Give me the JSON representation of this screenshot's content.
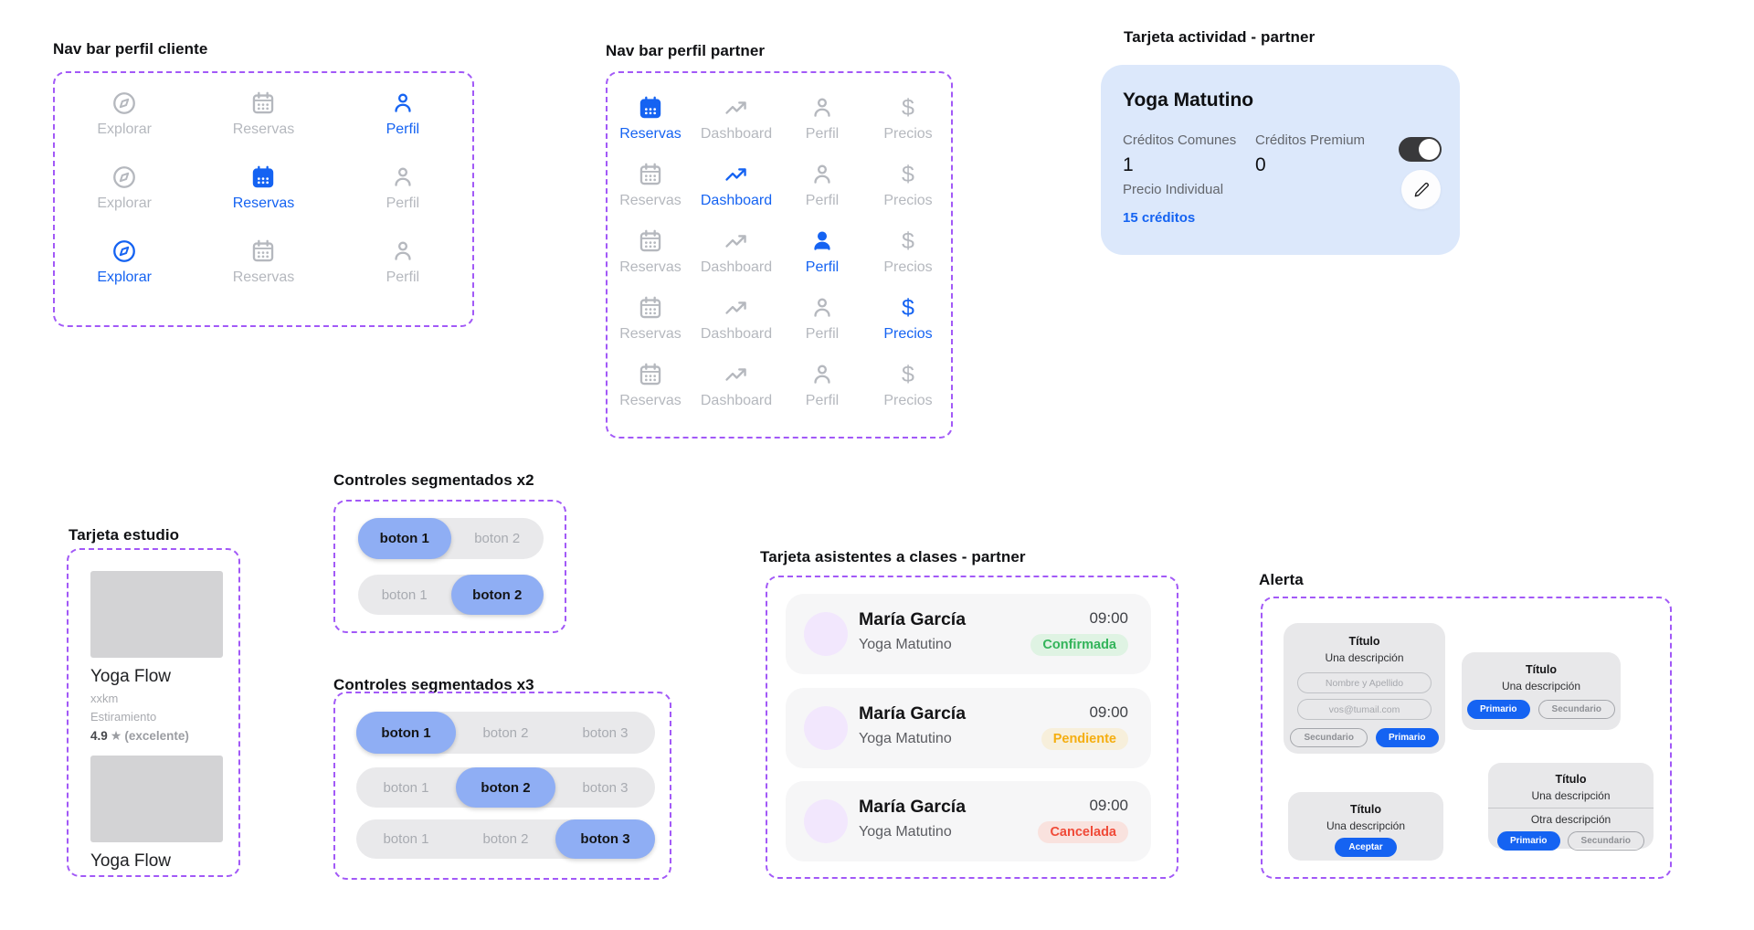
{
  "colors": {
    "accent_blue": "#1563F2",
    "segmented_active_blue": "#8FAEF4",
    "dashed_border_purple": "#A259F7",
    "inactive_gray": "#B5B8BE",
    "activity_card_bg": "#DCE8FB",
    "attendee_row_bg": "#F6F6F7",
    "avatar_lavender": "#F2E7FD",
    "alert_card_bg": "#E8E8EA",
    "confirmed_green": "#33B45A",
    "pending_amber": "#F5AE10",
    "cancelled_red": "#F04A38"
  },
  "icons": {
    "dollar": "$",
    "star": "★"
  },
  "cliente_nav": {
    "title": "Nav bar perfil cliente",
    "items": [
      {
        "label": "Explorar",
        "icon": "compass-icon",
        "active": false
      },
      {
        "label": "Reservas",
        "icon": "calendar-icon",
        "active": false
      },
      {
        "label": "Perfil",
        "icon": "person-icon",
        "active": true
      },
      {
        "label": "Explorar",
        "icon": "compass-icon",
        "active": false
      },
      {
        "label": "Reservas",
        "icon": "calendar-icon",
        "active": true
      },
      {
        "label": "Perfil",
        "icon": "person-icon",
        "active": false
      },
      {
        "label": "Explorar",
        "icon": "compass-icon",
        "active": true
      },
      {
        "label": "Reservas",
        "icon": "calendar-icon",
        "active": false
      },
      {
        "label": "Perfil",
        "icon": "person-icon",
        "active": false
      }
    ]
  },
  "partner_nav": {
    "title": "Nav bar perfil partner",
    "items": [
      {
        "label": "Reservas",
        "icon": "calendar-icon",
        "active": true
      },
      {
        "label": "Dashboard",
        "icon": "trending-up-icon",
        "active": false
      },
      {
        "label": "Perfil",
        "icon": "person-icon",
        "active": false
      },
      {
        "label": "Precios",
        "icon": "dollar-icon",
        "active": false
      },
      {
        "label": "Reservas",
        "icon": "calendar-icon",
        "active": false
      },
      {
        "label": "Dashboard",
        "icon": "trending-up-icon",
        "active": true
      },
      {
        "label": "Perfil",
        "icon": "person-icon",
        "active": false
      },
      {
        "label": "Precios",
        "icon": "dollar-icon",
        "active": false
      },
      {
        "label": "Reservas",
        "icon": "calendar-icon",
        "active": false
      },
      {
        "label": "Dashboard",
        "icon": "trending-up-icon",
        "active": false
      },
      {
        "label": "Perfil",
        "icon": "person-icon",
        "active": true
      },
      {
        "label": "Precios",
        "icon": "dollar-icon",
        "active": false
      },
      {
        "label": "Reservas",
        "icon": "calendar-icon",
        "active": false
      },
      {
        "label": "Dashboard",
        "icon": "trending-up-icon",
        "active": false
      },
      {
        "label": "Perfil",
        "icon": "person-icon",
        "active": false
      },
      {
        "label": "Precios",
        "icon": "dollar-icon",
        "active": true
      },
      {
        "label": "Reservas",
        "icon": "calendar-icon",
        "active": false
      },
      {
        "label": "Dashboard",
        "icon": "trending-up-icon",
        "active": false
      },
      {
        "label": "Perfil",
        "icon": "person-icon",
        "active": false
      },
      {
        "label": "Precios",
        "icon": "dollar-icon",
        "active": false
      }
    ]
  },
  "activity_card": {
    "section_title": "Tarjeta actividad - partner",
    "title": "Yoga Matutino",
    "credits_common_label": "Créditos Comunes",
    "credits_common_value": "1",
    "credits_premium_label": "Créditos Premium",
    "credits_premium_value": "0",
    "individual_price_label": "Precio Individual",
    "credits_link": "15 créditos"
  },
  "segmented_x2": {
    "title": "Controles segmentados x2",
    "rows": [
      {
        "buttons": [
          "boton 1",
          "boton 2"
        ],
        "active_index": 0
      },
      {
        "buttons": [
          "boton 1",
          "boton 2"
        ],
        "active_index": 1
      }
    ]
  },
  "segmented_x3": {
    "title": "Controles segmentados x3",
    "rows": [
      {
        "buttons": [
          "boton 1",
          "boton 2",
          "boton 3"
        ],
        "active_index": 0
      },
      {
        "buttons": [
          "boton 1",
          "boton 2",
          "boton 3"
        ],
        "active_index": 1
      },
      {
        "buttons": [
          "boton 1",
          "boton 2",
          "boton 3"
        ],
        "active_index": 2
      }
    ]
  },
  "studio_card": {
    "title": "Tarjeta estudio",
    "listings": [
      {
        "name": "Yoga Flow",
        "distance": "xxkm",
        "category": "Estiramiento",
        "rating_value": "4.9",
        "rating_note": "(excelente)"
      },
      {
        "name": "Yoga Flow"
      }
    ]
  },
  "attendees_card": {
    "title": "Tarjeta asistentes a clases - partner",
    "rows": [
      {
        "name": "María García",
        "activity": "Yoga Matutino",
        "time": "09:00",
        "status": "Confirmada"
      },
      {
        "name": "María García",
        "activity": "Yoga Matutino",
        "time": "09:00",
        "status": "Pendiente"
      },
      {
        "name": "María García",
        "activity": "Yoga Matutino",
        "time": "09:00",
        "status": "Cancelada"
      }
    ]
  },
  "alerts": {
    "title": "Alerta",
    "form_alert": {
      "title": "Título",
      "description": "Una descripción",
      "name_placeholder": "Nombre y Apellido",
      "email_placeholder": "vos@tumail.com",
      "secondary_label": "Secundario",
      "primary_label": "Primario"
    },
    "two_button_alert": {
      "title": "Título",
      "description": "Una descripción",
      "primary_label": "Primario",
      "secondary_label": "Secundario"
    },
    "accept_alert": {
      "title": "Título",
      "description": "Una descripción",
      "accept_label": "Aceptar"
    },
    "double_description_alert": {
      "title": "Título",
      "description": "Una descripción",
      "description2": "Otra descripción",
      "primary_label": "Primario",
      "secondary_label": "Secundario"
    }
  }
}
